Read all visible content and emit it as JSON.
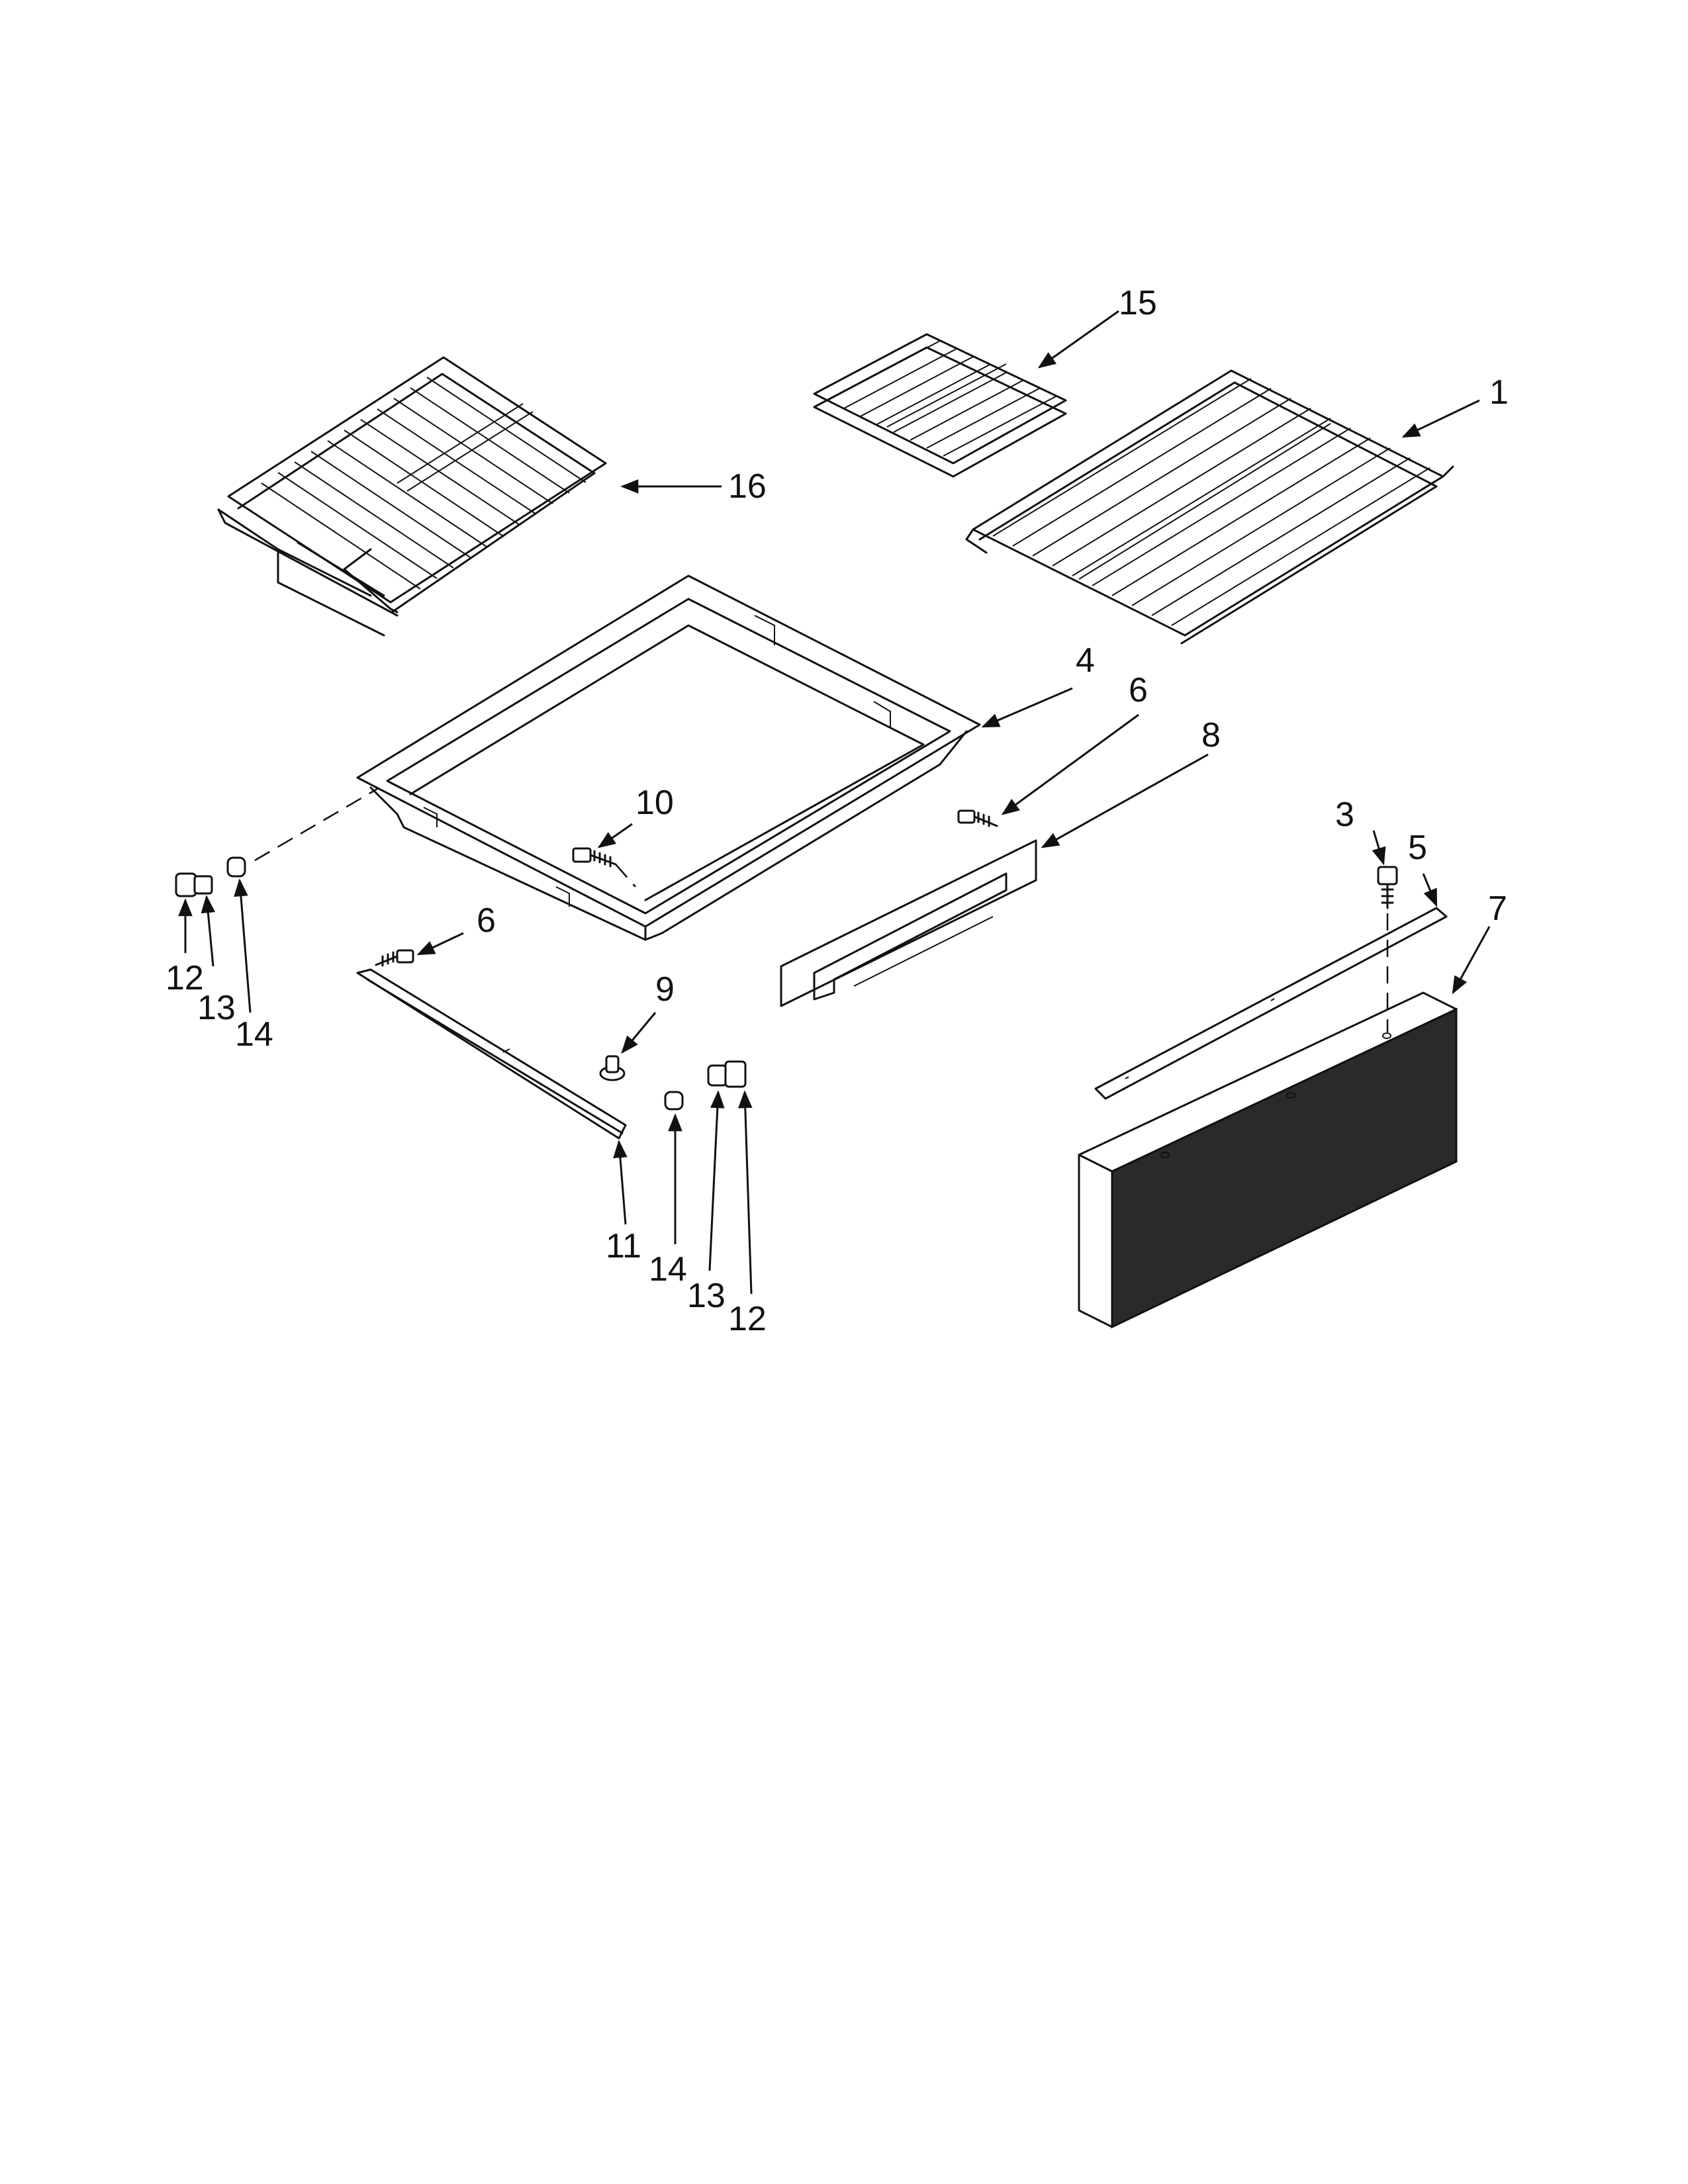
{
  "callouts": {
    "c1": "1",
    "c3": "3",
    "c4": "4",
    "c5": "5",
    "c6a": "6",
    "c6b": "6",
    "c7": "7",
    "c8": "8",
    "c9": "9",
    "c10": "10",
    "c11": "11",
    "c12a": "12",
    "c12b": "12",
    "c13a": "13",
    "c13b": "13",
    "c14a": "14",
    "c14b": "14",
    "c15": "15",
    "c16": "16"
  }
}
